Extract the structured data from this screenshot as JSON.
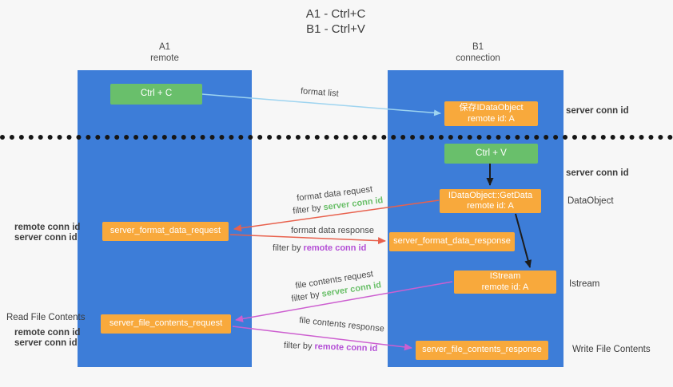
{
  "title": {
    "line1": "A1 - Ctrl+C",
    "line2": "B1 - Ctrl+V"
  },
  "lanes": {
    "left": {
      "title": "A1",
      "subtitle": "remote"
    },
    "right": {
      "title": "B1",
      "subtitle": "connection"
    }
  },
  "nodes": {
    "ctrl_c": {
      "label": "Ctrl + C"
    },
    "ctrl_v": {
      "label": "Ctrl + V"
    },
    "save_dataobject": {
      "line1": "保存IDataObject",
      "line2": "remote id: A"
    },
    "getdata": {
      "line1": "IDataObject::GetData",
      "line2": "remote id: A"
    },
    "istream": {
      "line1": "IStream",
      "line2": "remote id: A"
    },
    "format_request": {
      "label": "server_format_data_request"
    },
    "format_response": {
      "label": "server_format_data_response"
    },
    "file_request": {
      "label": "server_file_contents_request"
    },
    "file_response": {
      "label": "server_file_contents_response"
    }
  },
  "arrow_labels": {
    "format_list": "format list",
    "format_data_request": "format data request",
    "format_data_response": "format data response",
    "file_contents_request": "file contents request",
    "file_contents_response": "file contents response"
  },
  "terms": {
    "filter_by": "filter by",
    "server_conn_id": "server conn id",
    "remote_conn_id": "remote conn id"
  },
  "side_labels": {
    "dataobject": "DataObject",
    "istream": "Istream",
    "write_file_contents": "Write File Contents",
    "read_file_contents": "Read File Contents"
  },
  "colors": {
    "lane_blue": "#3d7dd8",
    "node_green": "#69bf6b",
    "node_orange": "#f8a93c",
    "arrow_blue": "#9ed4f0",
    "arrow_red": "#e8614d",
    "arrow_magenta": "#cd5fd0",
    "arrow_black": "#1c1c1c",
    "text_green": "#6abf69",
    "text_purple": "#b44fd6"
  }
}
